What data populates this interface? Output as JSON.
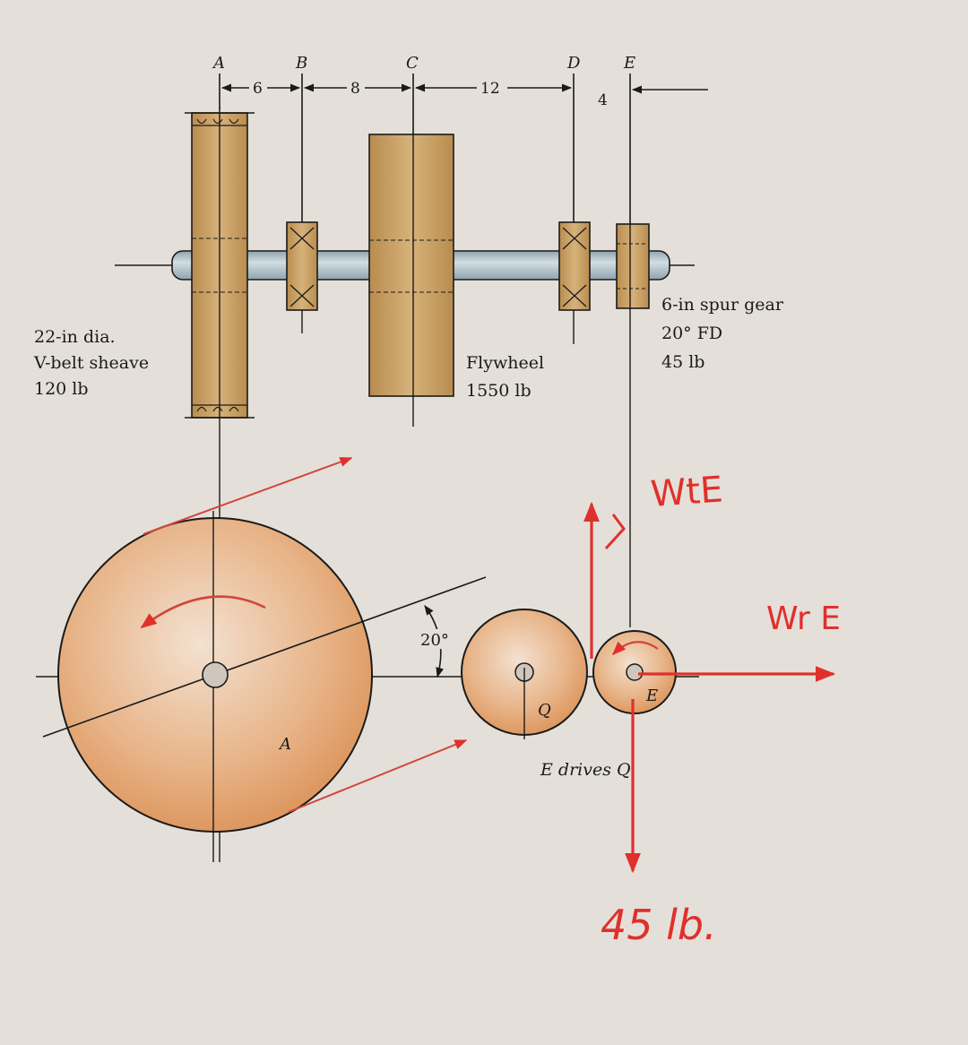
{
  "stations": {
    "a": "A",
    "b": "B",
    "c": "C",
    "d": "D",
    "e": "E"
  },
  "dimensions": {
    "ab": "6",
    "bc": "8",
    "cd": "12",
    "de": "4"
  },
  "sheave": {
    "line1": "22-in dia.",
    "line2": "V-belt sheave",
    "line3": "120 lb"
  },
  "flywheel": {
    "line1": "Flywheel",
    "line2": "1550 lb"
  },
  "gear": {
    "line1": "6-in spur gear",
    "line2": "20° FD",
    "line3": "45 lb"
  },
  "end_view": {
    "belt_angle": "20°",
    "sheave_label": "A",
    "gear_q_label": "Q",
    "gear_e_label": "E",
    "caption": "E drives Q"
  },
  "handwritten": {
    "tangential_force": "WtE",
    "radial_force": "Wr E",
    "weight": "45 lb."
  },
  "colors": {
    "ink": "#1a1a1a",
    "paper": "#e4e0d9",
    "wood": "#c9a165",
    "shaft": "#a9bcc6",
    "disc": "#e6a876",
    "annotation_red": "#e0302c"
  }
}
